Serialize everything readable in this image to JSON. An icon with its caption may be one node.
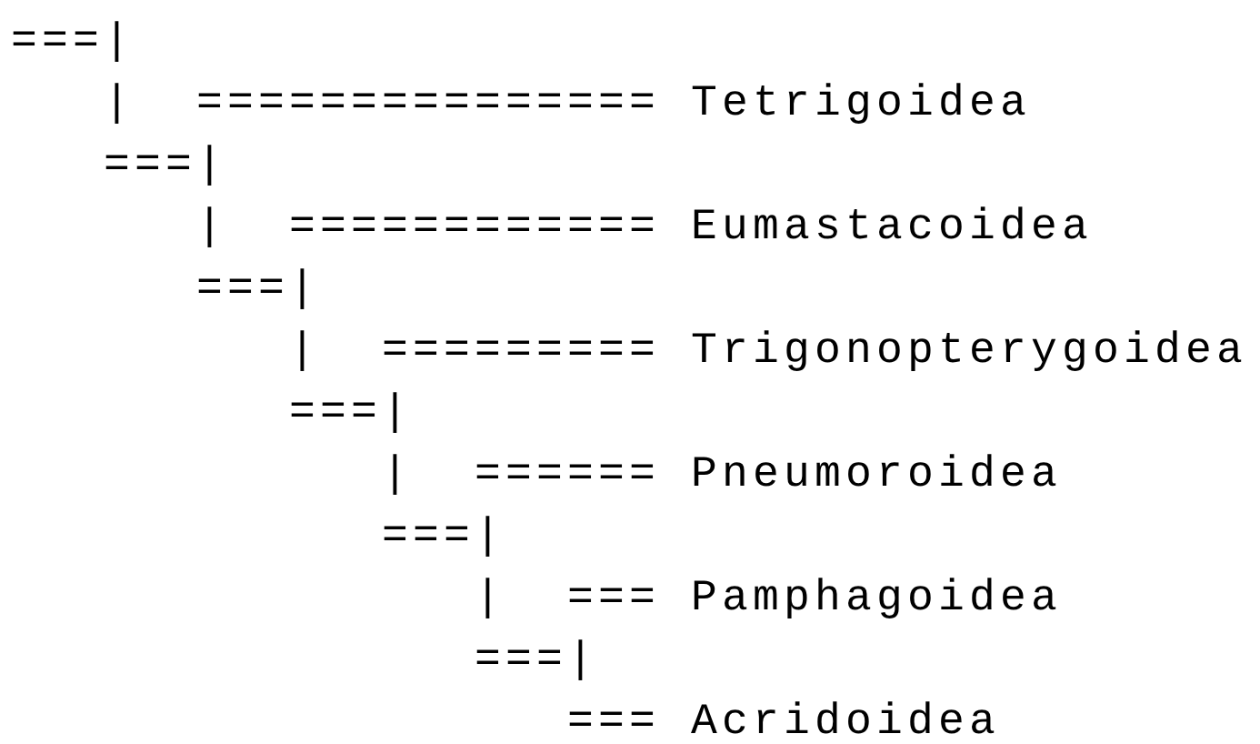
{
  "diagram": {
    "labels": [
      "===|",
      "|",
      "===============",
      "Tetrigoidea",
      "===|",
      "|",
      "============",
      "Eumastacoidea",
      "===|",
      "|",
      "=========",
      "Trigonopterygoidea",
      "===|",
      "|",
      "======",
      "Pneumoroidea",
      "===|",
      "|",
      "===",
      "Pamphagoidea",
      "===|",
      "===",
      "Acridoidea"
    ]
  }
}
